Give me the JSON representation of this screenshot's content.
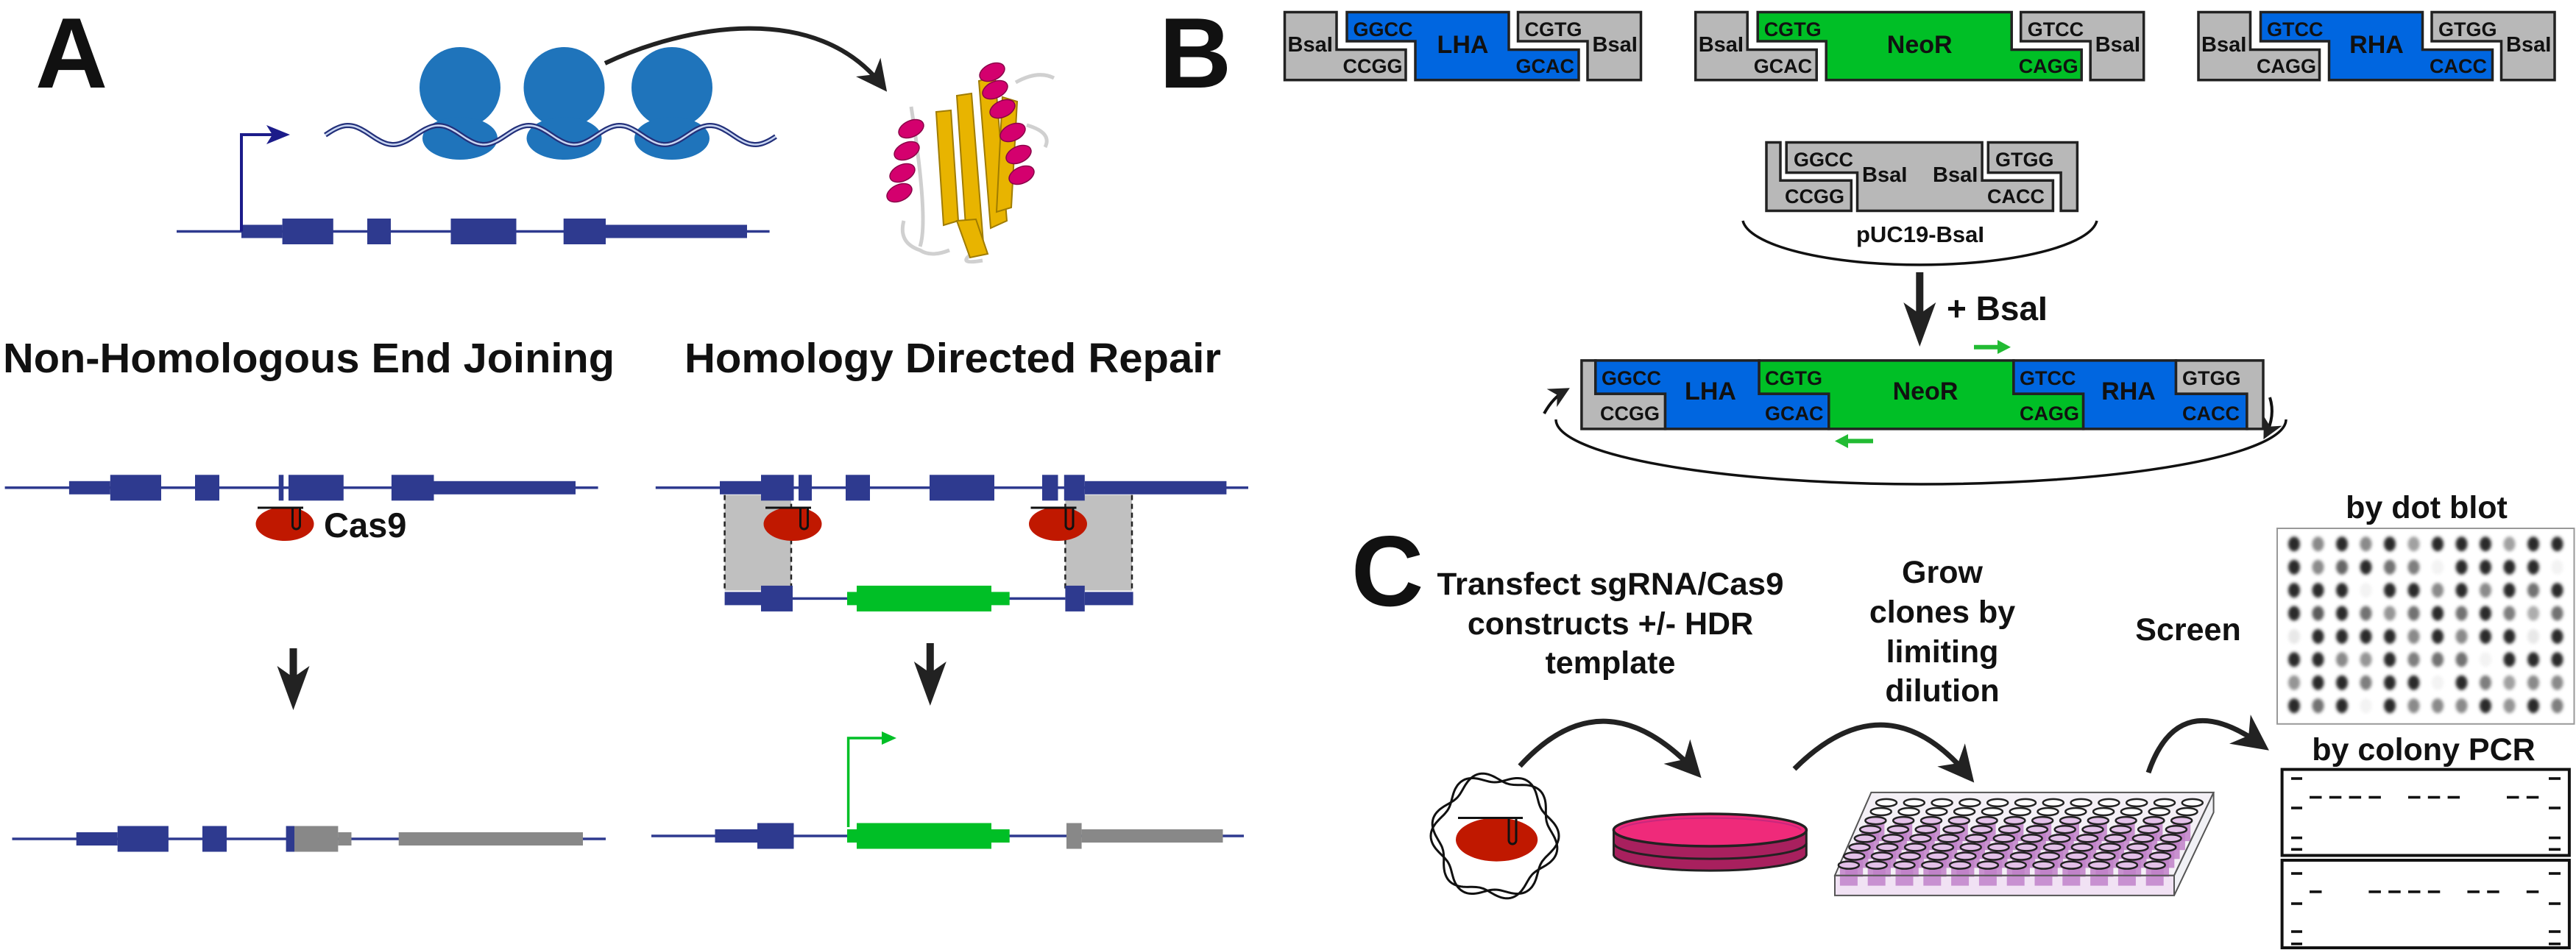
{
  "panels": {
    "a": "A",
    "b": "B",
    "c": "C"
  },
  "panel_a": {
    "nhej_title": "Non-Homologous End Joining",
    "hdr_title": "Homology Directed Repair",
    "cas9_label": "Cas9"
  },
  "panel_b": {
    "fragments": [
      {
        "left_site": "BsaI",
        "top_left": "GGCC",
        "bottom_left": "CCGG",
        "label": "LHA",
        "top_right": "CGTG",
        "bottom_right": "GCAC",
        "right_site": "BsaI",
        "color": "#0066e0"
      },
      {
        "left_site": "BsaI",
        "top_left": "CGTG",
        "bottom_left": "GCAC",
        "label": "NeoR",
        "top_right": "GTCC",
        "bottom_right": "CAGG",
        "right_site": "BsaI",
        "color": "#00bf26"
      },
      {
        "left_site": "BsaI",
        "top_left": "GTCC",
        "bottom_left": "CAGG",
        "label": "RHA",
        "top_right": "GTGG",
        "bottom_right": "CACC",
        "right_site": "BsaI",
        "color": "#0066e0"
      }
    ],
    "vector": {
      "label": "pUC19-BsaI",
      "top_left": "GGCC",
      "bottom_left": "CCGG",
      "site_left": "BsaI",
      "site_right": "BsaI",
      "top_right": "GTGG",
      "bottom_right": "CACC"
    },
    "enzyme_step": "+ BsaI",
    "assembly": {
      "labels": [
        "LHA",
        "NeoR",
        "RHA"
      ],
      "overhangs": [
        {
          "top": "GGCC",
          "bottom": "CCGG"
        },
        {
          "top": "CGTG",
          "bottom": "GCAC"
        },
        {
          "top": "GTCC",
          "bottom": "CAGG"
        },
        {
          "top": "GTGG",
          "bottom": "CACC"
        }
      ]
    }
  },
  "panel_c": {
    "transfect": [
      "Transfect sgRNA/Cas9",
      "constructs +/- HDR",
      "template"
    ],
    "grow": [
      "Grow",
      "clones by",
      "limiting",
      "dilution"
    ],
    "screen": "Screen",
    "dot_blot_label": "by dot blot",
    "colony_pcr_label": "by colony PCR",
    "dot_intensities": [
      [
        0.9,
        0.5,
        0.9,
        0.5,
        0.9,
        0.4,
        0.9,
        0.9,
        0.9,
        0.4,
        0.9,
        0.9
      ],
      [
        0.9,
        0.5,
        0.65,
        0.9,
        0.6,
        0.55,
        0.05,
        0.9,
        0.9,
        0.9,
        0.9,
        0.05
      ],
      [
        0.9,
        0.9,
        0.9,
        0.05,
        0.9,
        0.9,
        0.5,
        0.9,
        0.5,
        0.9,
        0.6,
        0.9
      ],
      [
        0.9,
        0.7,
        0.9,
        0.6,
        0.45,
        0.6,
        0.9,
        0.6,
        0.9,
        0.55,
        0.35,
        0.6
      ],
      [
        0.1,
        0.9,
        0.9,
        0.9,
        0.9,
        0.5,
        0.9,
        0.5,
        0.9,
        0.9,
        0.1,
        0.9
      ],
      [
        0.9,
        0.9,
        0.5,
        0.45,
        0.9,
        0.55,
        0.6,
        0.6,
        0.05,
        0.9,
        0.9,
        0.9
      ],
      [
        0.45,
        0.9,
        0.9,
        0.55,
        0.9,
        0.9,
        0.05,
        0.9,
        0.55,
        0.4,
        0.5,
        0.5
      ],
      [
        0.9,
        0.6,
        0.9,
        0.05,
        0.9,
        0.5,
        0.5,
        0.5,
        0.9,
        0.45,
        0.9,
        0.55
      ]
    ],
    "gel_bands": [
      [
        1,
        1,
        1,
        1,
        0,
        1,
        1,
        1,
        0,
        0,
        1,
        1
      ],
      [
        1,
        0,
        0,
        1,
        1,
        1,
        1,
        0,
        1,
        1,
        0,
        1
      ]
    ]
  },
  "colors": {
    "gene": "#2e3a8f",
    "ribosome": "#1f74bb",
    "cas9": "#c01800",
    "hdr_insert": "#00bf26",
    "disrupted": "#888888",
    "homology_region": "#c0c0c0",
    "bsai_site": "#b8b8b8",
    "dish_medium": "#ef2a7a",
    "well_culture": "#c080c8"
  }
}
